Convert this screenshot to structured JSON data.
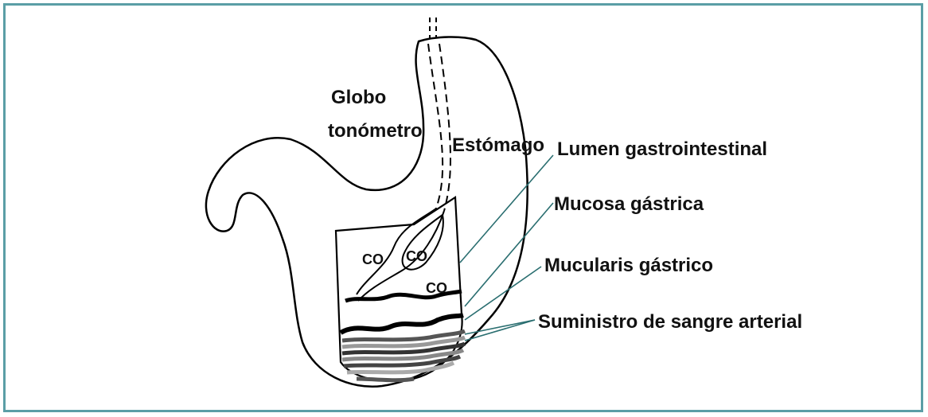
{
  "colors": {
    "frame_border": "#5b9ea6",
    "outline": "#000000",
    "leader_line": "#2a6e70"
  },
  "labels": {
    "globo_line1": "Globo",
    "globo_line2": "tonómetro",
    "estomago": "Estómago",
    "lumen": "Lumen gastrointestinal",
    "mucosa": "Mucosa gástrica",
    "muscularis": "Mucularis gástrico",
    "sangre": "Suministro de sangre arterial",
    "co_left": "CO",
    "co_balloon": "CO",
    "co_right": "CO"
  }
}
